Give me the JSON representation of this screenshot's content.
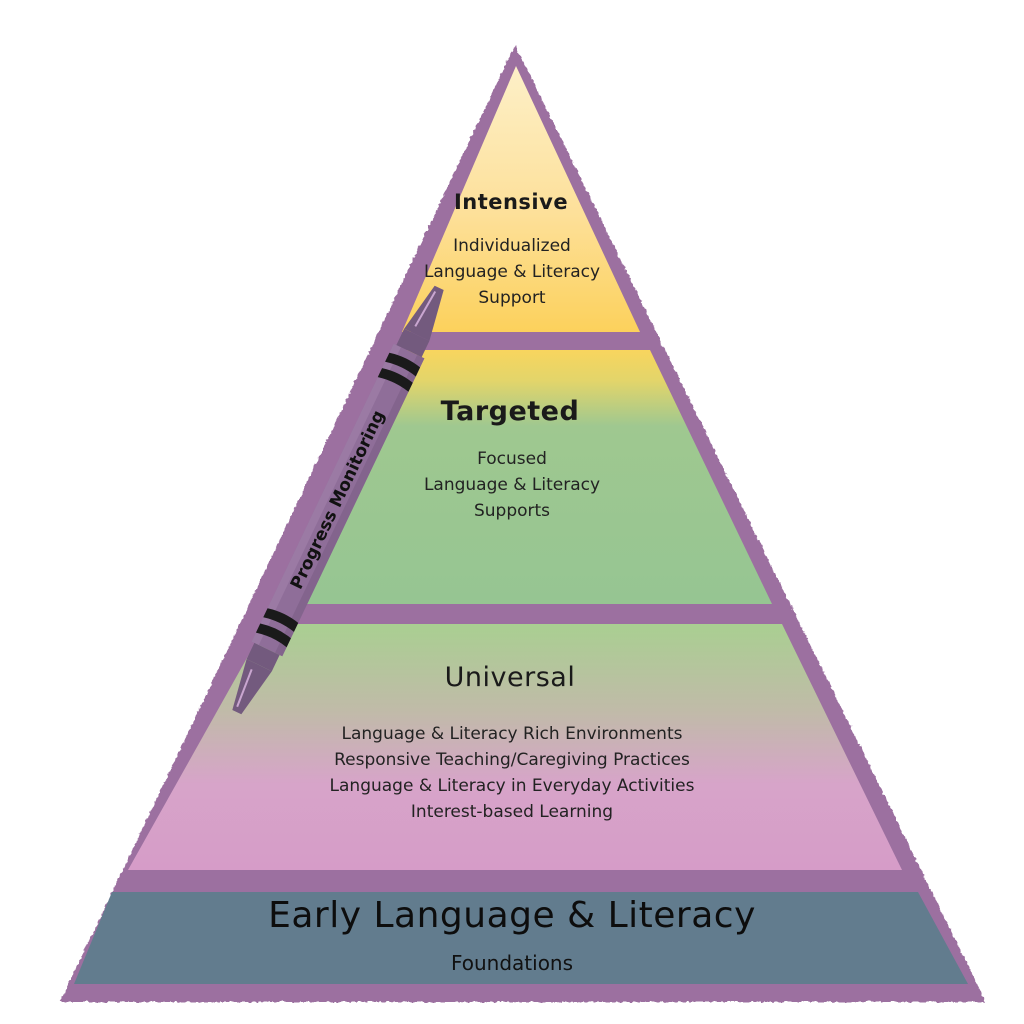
{
  "diagram": {
    "type": "pyramid",
    "tiers": [
      {
        "id": "intensive",
        "title": "Intensive",
        "lines": [
          "Individualized",
          "Language & Literacy",
          "Support"
        ],
        "color_top": "#fde8b0",
        "color_bottom": "#fcd05e"
      },
      {
        "id": "targeted",
        "title": "Targeted",
        "lines": [
          "Focused",
          "Language & Literacy",
          "Supports"
        ],
        "color_top": "#f6d35e",
        "color_bottom": "#96c592"
      },
      {
        "id": "universal",
        "title": "Universal",
        "lines": [
          "Language & Literacy Rich Environments",
          "Responsive Teaching/Caregiving Practices",
          "Language & Literacy in Everyday Activities",
          "Interest-based Learning"
        ],
        "color_top": "#a9cf90",
        "color_bottom": "#d69cc8"
      },
      {
        "id": "foundation",
        "title": "Early Language & Literacy",
        "lines": [
          "Foundations"
        ],
        "color": "#627c8e"
      }
    ],
    "crayon": {
      "label": "Progress Monitoring",
      "color": "#8f6e99",
      "tip_color": "#735a7e",
      "band_color": "#1a1a1a"
    },
    "border_color": "#9c6fa0"
  }
}
